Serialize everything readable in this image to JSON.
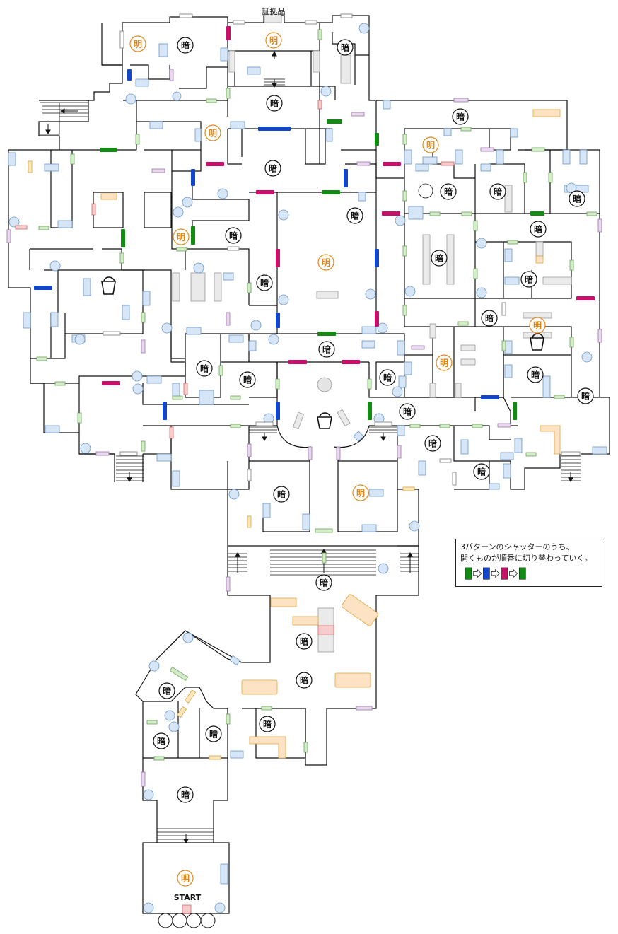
{
  "map": {
    "title": "証拠品",
    "start_label": "START",
    "light_label": "明",
    "dark_label": "暗"
  },
  "legend": {
    "line1": "3パターンのシャッターのうち、",
    "line2": "開くものが順番に切り替わっていく。",
    "sequence_icons": [
      "green-shutter-icon",
      "arrow-right-icon",
      "blue-shutter-icon",
      "arrow-right-icon",
      "magenta-shutter-icon",
      "arrow-right-icon",
      "green-shutter-icon"
    ]
  },
  "colors": {
    "light_marker": "#e08a1e",
    "dark_marker": "#111111",
    "shutter_green": "#138a13",
    "shutter_blue": "#1346c8",
    "shutter_magenta": "#c8106a",
    "furniture": "#d6e6f7",
    "furniture_border": "#6b95c6",
    "highlight_furniture": "#fde3c3",
    "highlight_border": "#e0a43a",
    "door_green": "#d4ecc9",
    "door_purple": "#e8d9ee",
    "door_red": "#f6cccc",
    "door_orange": "#fde8bd",
    "wall": "#111111"
  },
  "room_markers": [
    {
      "kind": "light",
      "label": "明"
    },
    {
      "kind": "dark",
      "label": "暗"
    },
    {
      "kind": "light",
      "label": "明"
    },
    {
      "kind": "dark",
      "label": "暗"
    },
    {
      "kind": "dark",
      "label": "暗"
    },
    {
      "kind": "light",
      "label": "明"
    },
    {
      "kind": "dark",
      "label": "暗"
    },
    {
      "kind": "dark",
      "label": "暗"
    },
    {
      "kind": "light",
      "label": "明"
    },
    {
      "kind": "light",
      "label": "明"
    },
    {
      "kind": "dark",
      "label": "暗"
    },
    {
      "kind": "dark",
      "label": "暗"
    },
    {
      "kind": "dark",
      "label": "暗"
    },
    {
      "kind": "dark",
      "label": "暗"
    },
    {
      "kind": "dark",
      "label": "暗"
    },
    {
      "kind": "dark",
      "label": "暗"
    },
    {
      "kind": "light",
      "label": "明"
    },
    {
      "kind": "dark",
      "label": "暗"
    },
    {
      "kind": "dark",
      "label": "暗"
    },
    {
      "kind": "dark",
      "label": "暗"
    },
    {
      "kind": "light",
      "label": "明"
    },
    {
      "kind": "dark",
      "label": "暗"
    },
    {
      "kind": "dark",
      "label": "暗"
    },
    {
      "kind": "dark",
      "label": "暗"
    },
    {
      "kind": "dark",
      "label": "暗"
    },
    {
      "kind": "dark",
      "label": "暗"
    },
    {
      "kind": "light",
      "label": "明"
    },
    {
      "kind": "dark",
      "label": "暗"
    },
    {
      "kind": "dark",
      "label": "暗"
    },
    {
      "kind": "dark",
      "label": "暗"
    },
    {
      "kind": "dark",
      "label": "暗"
    },
    {
      "kind": "dark",
      "label": "暗"
    },
    {
      "kind": "dark",
      "label": "暗"
    },
    {
      "kind": "light",
      "label": "明"
    },
    {
      "kind": "dark",
      "label": "暗"
    },
    {
      "kind": "dark",
      "label": "暗"
    },
    {
      "kind": "dark",
      "label": "暗"
    },
    {
      "kind": "dark",
      "label": "暗"
    },
    {
      "kind": "dark",
      "label": "暗"
    },
    {
      "kind": "dark",
      "label": "暗"
    },
    {
      "kind": "dark",
      "label": "暗"
    },
    {
      "kind": "dark",
      "label": "暗"
    },
    {
      "kind": "light",
      "label": "明"
    }
  ]
}
